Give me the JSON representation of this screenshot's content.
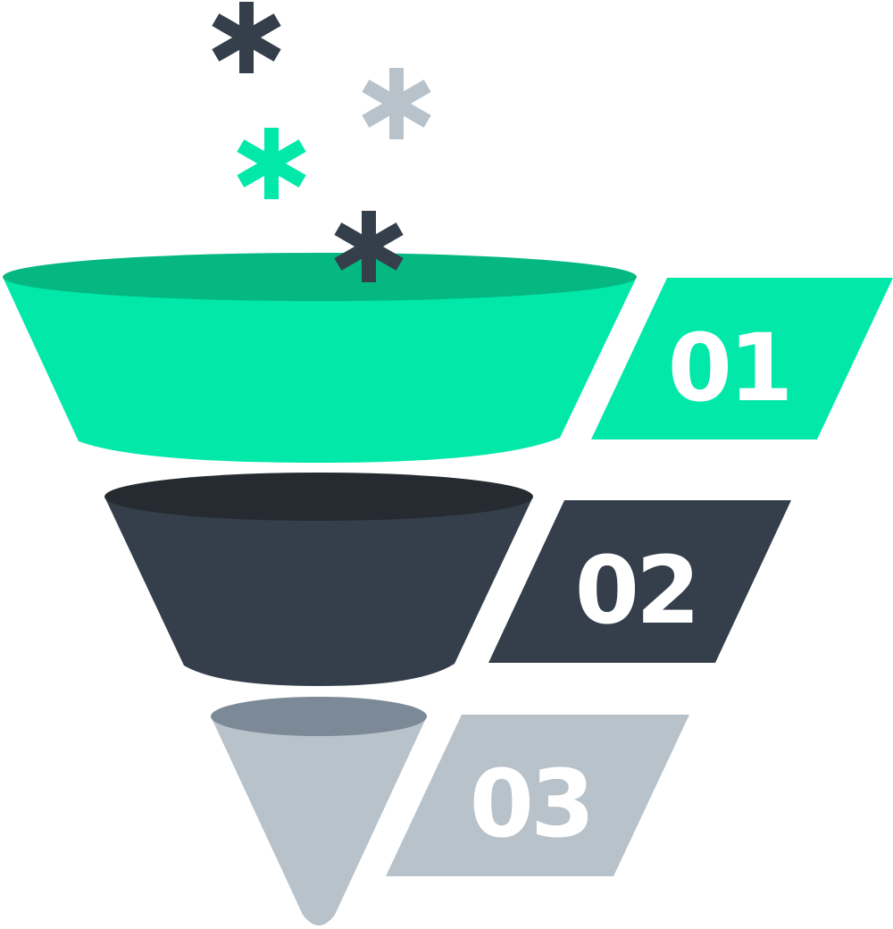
{
  "colors": {
    "green": "#01E8A9",
    "green_dark": "#05B882",
    "slate": "#343F4B",
    "slate_dark": "#252B31",
    "gray": "#B8C2CA",
    "gray_dark": "#7B8A96",
    "label_text": "#FFFFFF"
  },
  "decorations": [
    {
      "icon": "asterisk-icon",
      "color": "#343F4B"
    },
    {
      "icon": "asterisk-icon",
      "color": "#B8C2CA"
    },
    {
      "icon": "asterisk-icon",
      "color": "#01E8A9"
    },
    {
      "icon": "asterisk-icon",
      "color": "#343F4B"
    }
  ],
  "stages": [
    {
      "label": "01",
      "color": "#01E8A9",
      "rim_color": "#05B882"
    },
    {
      "label": "02",
      "color": "#343F4B",
      "rim_color": "#252B31"
    },
    {
      "label": "03",
      "color": "#B8C2CA",
      "rim_color": "#7B8A96"
    }
  ]
}
